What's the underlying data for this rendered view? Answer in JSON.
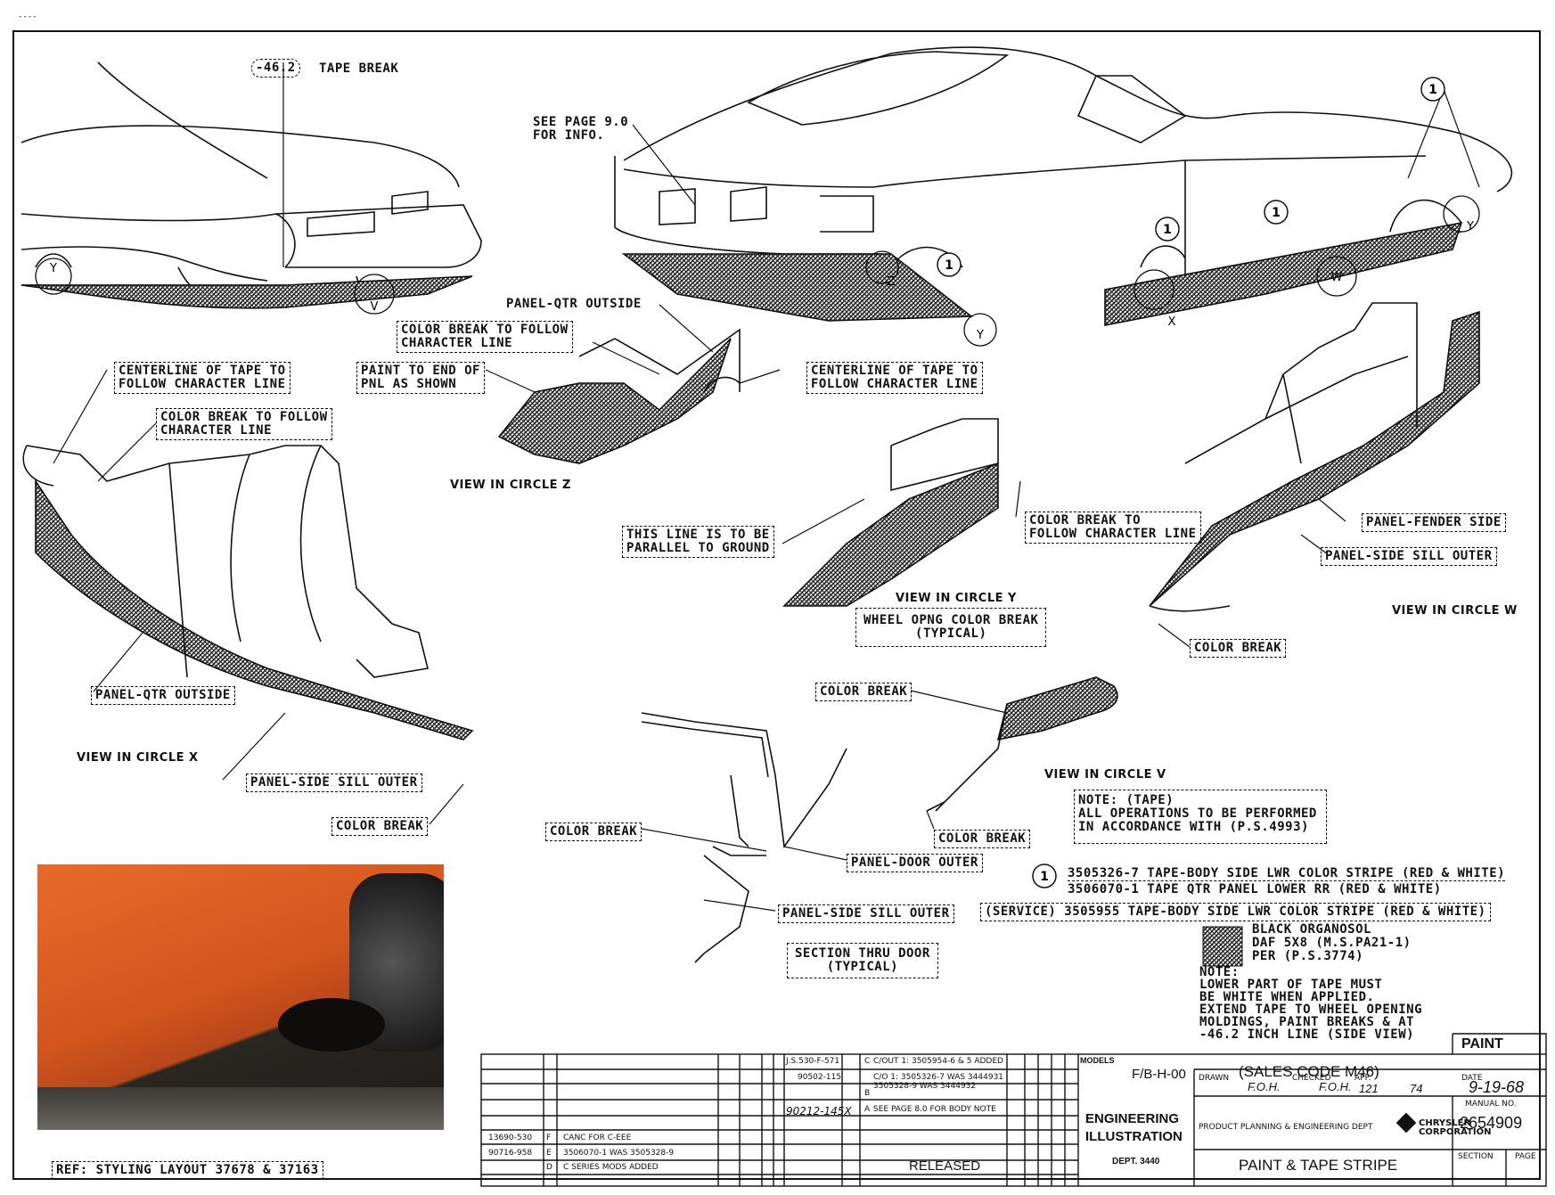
{
  "top_mark": "----",
  "labels": {
    "tape_break_code": "-46.2",
    "tape_break": "TAPE BREAK",
    "see_page": "SEE PAGE 9.0\nFOR INFO.",
    "panel_qtr_outside_top": "PANEL-QTR OUTSIDE",
    "color_break_follow_top": "COLOR BREAK TO FOLLOW\nCHARACTER LINE",
    "paint_to_end": "PAINT TO END OF\nPNL AS SHOWN",
    "centerline_right": "CENTERLINE OF TAPE TO\nFOLLOW CHARACTER LINE",
    "centerline_left": "CENTERLINE OF TAPE TO\nFOLLOW CHARACTER LINE",
    "color_break_follow_left": "COLOR BREAK TO FOLLOW\nCHARACTER LINE",
    "view_circle_z": "VIEW IN CIRCLE Z",
    "this_line_parallel": "THIS LINE IS TO BE\nPARALLEL TO GROUND",
    "color_break_follow_y": "COLOR BREAK TO\nFOLLOW CHARACTER LINE",
    "view_circle_y": "VIEW IN CIRCLE Y",
    "wheel_opng": "WHEEL OPNG COLOR BREAK\n(TYPICAL)",
    "panel_fender_side": "PANEL-FENDER SIDE",
    "panel_side_sill_outer_w": "PANEL-SIDE SILL OUTER",
    "view_circle_w": "VIEW IN CIRCLE W",
    "color_break_w": "COLOR BREAK",
    "panel_qtr_outside_x": "PANEL-QTR OUTSIDE",
    "view_circle_x": "VIEW IN CIRCLE X",
    "panel_side_sill_outer_x": "PANEL-SIDE SILL OUTER",
    "color_break_x": "COLOR BREAK",
    "color_break_v": "COLOR BREAK",
    "view_circle_v": "VIEW IN CIRCLE V",
    "color_break_v2": "COLOR BREAK",
    "color_break_door": "COLOR BREAK",
    "panel_door_outer": "PANEL-DOOR OUTER",
    "panel_side_sill_outer_door": "PANEL-SIDE SILL OUTER",
    "section_thru_door": "SECTION THRU DOOR\n(TYPICAL)",
    "ref_styling": "REF: STYLING LAYOUT 37678 & 37163"
  },
  "circle_letters": [
    "Y",
    "V",
    "Z",
    "Y",
    "X",
    "W",
    "Y"
  ],
  "callout_number": "1",
  "notes": {
    "tape_note": "NOTE: (TAPE)\nALL OPERATIONS TO BE PERFORMED\nIN ACCORDANCE WITH (P.S.4993)",
    "part1": "3505326-7 TAPE-BODY SIDE LWR COLOR STRIPE (RED & WHITE)",
    "part2": "3506070-1 TAPE QTR PANEL LOWER RR (RED & WHITE)",
    "service": "(SERVICE) 3505955 TAPE-BODY SIDE LWR COLOR STRIPE (RED & WHITE)",
    "organosol": "BLACK ORGANOSOL\nDAF 5X8 (M.S.PA21-1)\nPER (P.S.3774)",
    "lower_note": "NOTE:\nLOWER PART OF TAPE MUST\nBE WHITE WHEN APPLIED.\nEXTEND TAPE TO WHEEL OPENING\nMOLDINGS, PAINT BREAKS & AT\n-46.2 INCH LINE (SIDE VIEW)"
  },
  "title_block": {
    "paint": "PAINT",
    "models_label": "MODELS",
    "models": "F/B-H-00",
    "sales_code": "(SALES CODE M46)",
    "eng_illustration": "ENGINEERING\nILLUSTRATION",
    "dept": "DEPT. 3440",
    "drawn_label": "DRAWN",
    "drawn": "F.O.H.",
    "checked_label": "CHECKED",
    "checked": "F.O.H.",
    "appd_label": "APP.",
    "appd": "121",
    "appd2": "74",
    "date_label": "DATE",
    "date": "9-19-68",
    "manual_label": "MANUAL NO.",
    "manual_no": "2654909",
    "company": "CHRYSLER CORPORATION",
    "planning": "PRODUCT PLANNING & ENGINEERING DEPT",
    "title": "PAINT & TAPE STRIPE",
    "section_label": "SECTION",
    "page_label": "PAGE",
    "released": "RELEASED",
    "rev_rows": [
      {
        "ref": "J.S.530-F-571",
        "letter": "C",
        "desc": "C/OUT 1: 3505954-6 & 5 ADDED"
      },
      {
        "ref": "90502-115",
        "letter": "B",
        "desc": "C/O 1: 3505326-7 WAS 3444931\n3505328-9 WAS 3444932"
      },
      {
        "ref": "90212-145X",
        "letter": "A",
        "desc": "SEE PAGE 8.0 FOR BODY NOTE"
      },
      {
        "ref": "13690-530",
        "letter": "F",
        "desc": "CANC FOR C-EEE"
      },
      {
        "ref": "90716-958",
        "letter": "E",
        "desc": "3506070-1 WAS 3505328-9"
      },
      {
        "ref": "",
        "letter": "D",
        "desc": "C SERIES MODS ADDED"
      }
    ]
  }
}
